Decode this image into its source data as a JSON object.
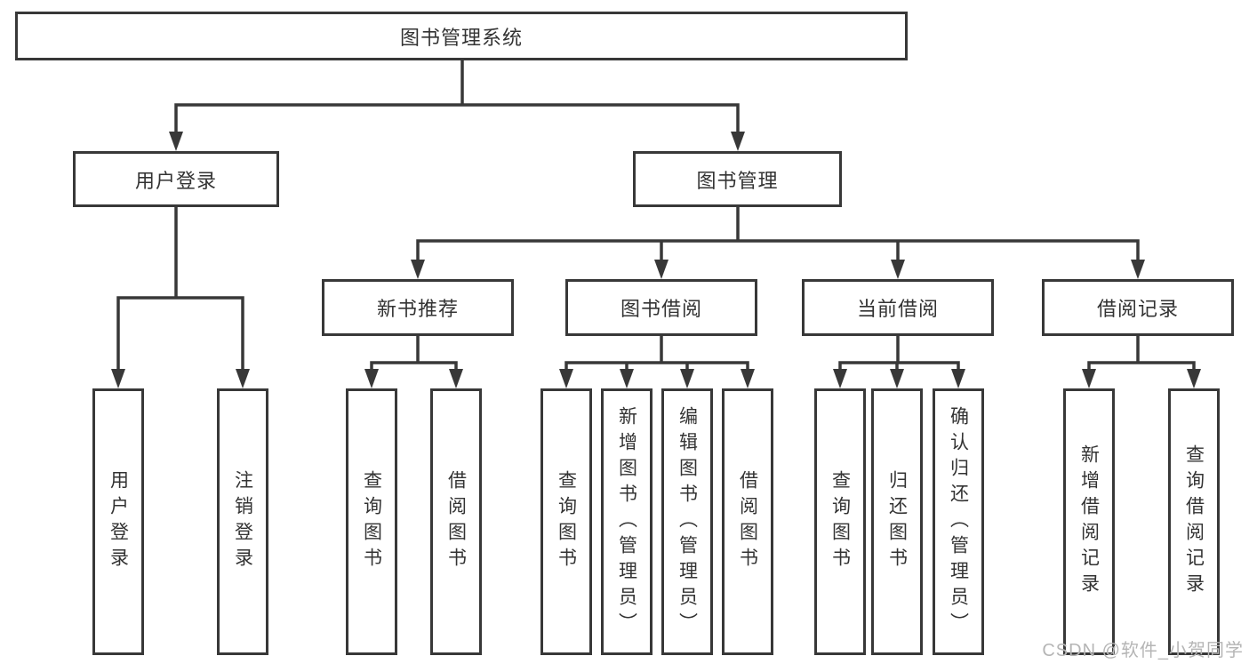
{
  "diagram": {
    "title": "图书管理系统",
    "level2": [
      {
        "label": "用户登录"
      },
      {
        "label": "图书管理"
      }
    ],
    "level3": [
      {
        "label": "新书推荐"
      },
      {
        "label": "图书借阅"
      },
      {
        "label": "当前借阅"
      },
      {
        "label": "借阅记录"
      }
    ],
    "leaves": [
      {
        "group": "用户登录",
        "label": "用户登录"
      },
      {
        "group": "用户登录",
        "label": "注销登录"
      },
      {
        "group": "新书推荐",
        "label": "查询图书"
      },
      {
        "group": "新书推荐",
        "label": "借阅图书"
      },
      {
        "group": "图书借阅",
        "label": "查询图书"
      },
      {
        "group": "图书借阅",
        "label": "新增图书（管理员）"
      },
      {
        "group": "图书借阅",
        "label": "编辑图书（管理员）"
      },
      {
        "group": "图书借阅",
        "label": "借阅图书"
      },
      {
        "group": "当前借阅",
        "label": "查询图书"
      },
      {
        "group": "当前借阅",
        "label": "归还图书"
      },
      {
        "group": "当前借阅",
        "label": "确认归还（管理员）"
      },
      {
        "group": "借阅记录",
        "label": "新增借阅记录"
      },
      {
        "group": "借阅记录",
        "label": "查询借阅记录"
      }
    ],
    "watermark": "CSDN @软件_小贺同学",
    "colors": {
      "line": "#383838",
      "box_border": "#383838",
      "box_fill": "#ffffff",
      "text": "#333333",
      "watermark": "#b5b5b5",
      "background": "#ffffff"
    }
  }
}
